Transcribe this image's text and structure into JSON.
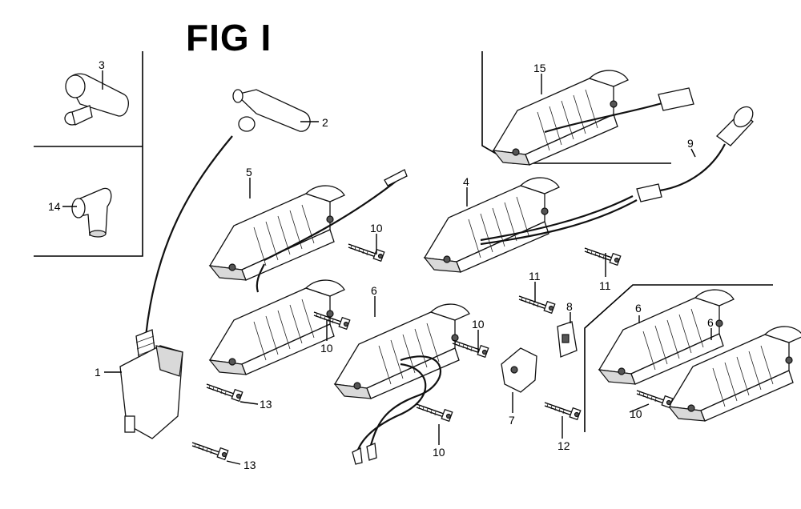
{
  "title": "FIG I",
  "callouts": [
    "1",
    "2",
    "3",
    "4",
    "5",
    "6",
    "6",
    "6",
    "7",
    "8",
    "9",
    "10",
    "10",
    "10",
    "10",
    "10",
    "11",
    "11",
    "12",
    "13",
    "13",
    "14",
    "15"
  ]
}
